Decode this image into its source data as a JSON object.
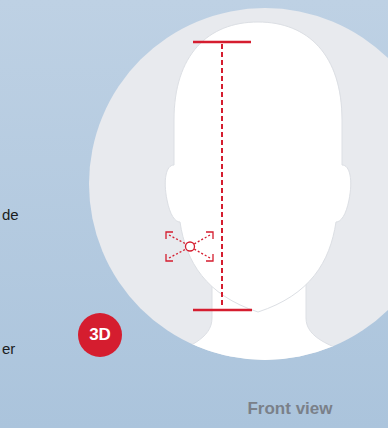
{
  "diagram": {
    "nodes": [
      {
        "text": [
          "3D"
        ]
      }
    ],
    "labels": [
      "de",
      "er",
      "Front view"
    ]
  }
}
